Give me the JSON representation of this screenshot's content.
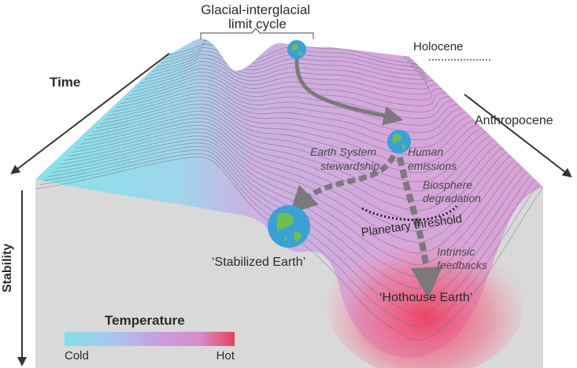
{
  "labels": {
    "glacial_cycle": [
      "Glacial-interglacial",
      "limit cycle"
    ],
    "holocene": "Holocene",
    "time": "Time",
    "anthropocene": "Anthropocene",
    "stability": "Stability",
    "earth_system_stewardship": [
      "Earth System",
      "stewardship"
    ],
    "human_emissions": [
      "Human",
      "emissions"
    ],
    "biosphere_degradation": [
      "Biosphere",
      "degradation"
    ],
    "planetary_threshold": "Planetary threshold",
    "intrinsic_feedbacks": [
      "Intrinsic",
      "feedbacks"
    ],
    "stabilized_earth": "‘Stabilized Earth’",
    "hothouse_earth": "‘Hothouse Earth’"
  },
  "legend": {
    "title": "Temperature",
    "cold": "Cold",
    "hot": "Hot"
  },
  "colors": {
    "cold": "#7fe0ea",
    "mid": "#c89ee0",
    "hot": "#e8405a",
    "floor": "#d9d9d9",
    "arrow": "#7a7a7a",
    "axis": "#333333"
  },
  "icons": [
    "globe-icon",
    "arrow-icon"
  ]
}
